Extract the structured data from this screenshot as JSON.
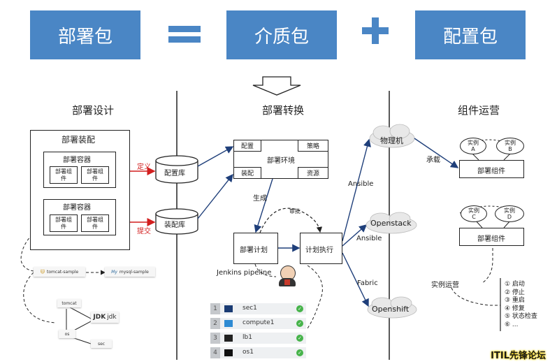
{
  "top": {
    "banner1": "部署包",
    "banner2": "介质包",
    "banner3": "配置包",
    "plus": "+"
  },
  "sections": {
    "design": "部署设计",
    "transform": "部署转换",
    "ops": "组件运营"
  },
  "design": {
    "assembly": "部署装配",
    "container1": "部署容器",
    "container2": "部署容器",
    "component": "部署组件",
    "define": "定义",
    "submit": "提交",
    "config_repo": "配置库",
    "assembly_repo": "装配库",
    "chip1": "tomcat-sample",
    "chip2": "mysql-sample",
    "tree1": "tomcat",
    "tree2": "jdk",
    "tree3": "os",
    "tree4": "sec"
  },
  "transform": {
    "cfg": "配置",
    "policy": "策略",
    "env": "部署环境",
    "assemble": "装配",
    "resource": "资源",
    "generate": "生成",
    "approve": "审批",
    "plan": "部署计划",
    "exec": "计划执行",
    "pipeline": "Jenkins pipeline",
    "tasks": [
      {
        "n": "1",
        "t": "sec1"
      },
      {
        "n": "2",
        "t": "compute1"
      },
      {
        "n": "3",
        "t": "lb1"
      },
      {
        "n": "4",
        "t": "os1"
      }
    ],
    "ansible1": "Ansible",
    "ansible2": "Ansible",
    "fabric": "Fabric",
    "physical": "物理机",
    "openstack": "Openstack",
    "openshift": "Openshift"
  },
  "ops": {
    "instA": "实例\nA",
    "instB": "实例\nB",
    "instC": "实例\nC",
    "instD": "实例\nD",
    "carry": "承载",
    "component1": "部署组件",
    "component2": "部署组件",
    "inst_ops": "实例运营",
    "actions": [
      "① 启动",
      "② 停止",
      "③ 重启",
      "④ 修复",
      "⑤ 状态检查",
      "⑥ ..."
    ]
  },
  "watermark": "ITIL先锋论坛"
}
